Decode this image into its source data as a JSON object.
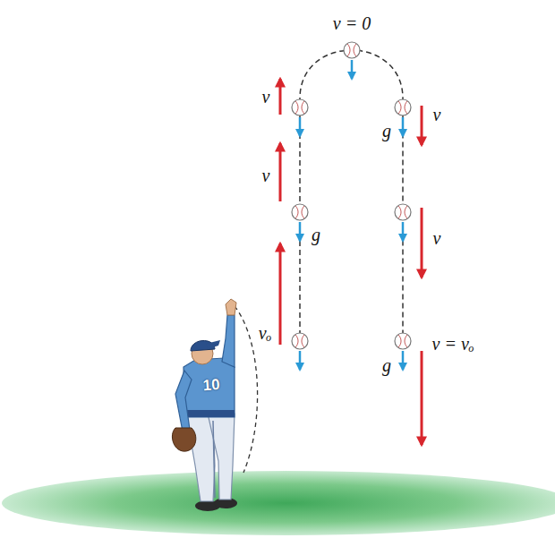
{
  "diagram": {
    "labels": [
      "v = 0",
      "v",
      "v",
      "g",
      "vₒ",
      "g",
      "v",
      "v",
      "g",
      "v = vₒ",
      "10"
    ]
  }
}
